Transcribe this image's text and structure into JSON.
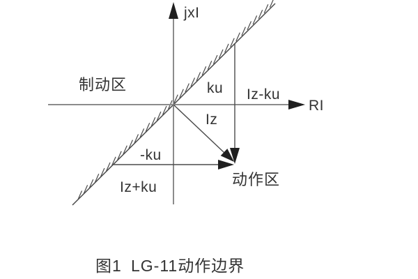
{
  "figure": {
    "axis_labels": {
      "y": "jxI",
      "x": "RI"
    },
    "regions": {
      "restraint": "制动区",
      "operate": "动作区"
    },
    "vector_labels": {
      "ku": "ku",
      "iz_minus_ku": "Iz-ku",
      "iz": "Iz",
      "minus_ku": "-ku",
      "iz_plus_ku": "Iz+ku"
    },
    "caption": {
      "prefix": "图1",
      "title": "LG-11动作边界"
    },
    "colors": {
      "background": "#ffffff",
      "axis": "#8c8c8c",
      "line": "#4a4a4a",
      "arrow": "#1f1f1f",
      "text": "#333333"
    }
  }
}
